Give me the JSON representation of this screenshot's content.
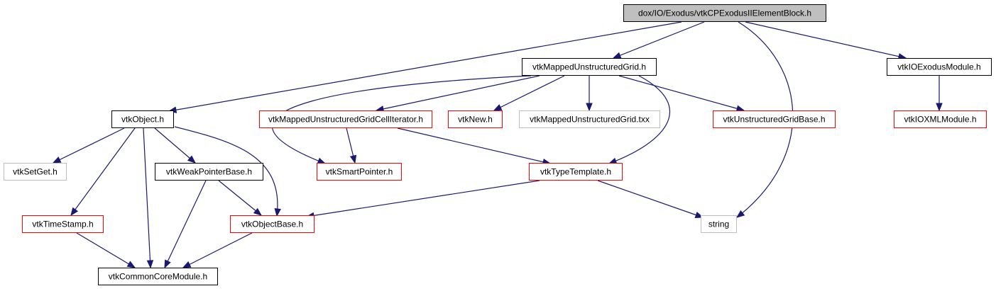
{
  "colors": {
    "edge": "#191970",
    "root_fill": "#bfbfbf",
    "border_black": "#000000",
    "border_red": "#ff0000",
    "border_gray": "#bfbfbf",
    "text": "#000000"
  },
  "nodes": [
    {
      "id": "root",
      "label": "dox/IO/Exodus/vtkCPExodusIIElementBlock.h",
      "style": "root"
    },
    {
      "id": "mug",
      "label": "vtkMappedUnstructuredGrid.h",
      "style": "black"
    },
    {
      "id": "ioexodus",
      "label": "vtkIOExodusModule.h",
      "style": "black"
    },
    {
      "id": "object",
      "label": "vtkObject.h",
      "style": "black"
    },
    {
      "id": "mugci",
      "label": "vtkMappedUnstructuredGridCellIterator.h",
      "style": "red"
    },
    {
      "id": "new",
      "label": "vtkNew.h",
      "style": "red"
    },
    {
      "id": "mugtxx",
      "label": "vtkMappedUnstructuredGrid.txx",
      "style": "gray"
    },
    {
      "id": "ugbase",
      "label": "vtkUnstructuredGridBase.h",
      "style": "red"
    },
    {
      "id": "ioxml",
      "label": "vtkIOXMLModule.h",
      "style": "red"
    },
    {
      "id": "setget",
      "label": "vtkSetGet.h",
      "style": "gray"
    },
    {
      "id": "weakptr",
      "label": "vtkWeakPointerBase.h",
      "style": "black"
    },
    {
      "id": "smartptr",
      "label": "vtkSmartPointer.h",
      "style": "red"
    },
    {
      "id": "typetemplate",
      "label": "vtkTypeTemplate.h",
      "style": "red"
    },
    {
      "id": "timestamp",
      "label": "vtkTimeStamp.h",
      "style": "red"
    },
    {
      "id": "objectbase",
      "label": "vtkObjectBase.h",
      "style": "red"
    },
    {
      "id": "string",
      "label": "string",
      "style": "gray"
    },
    {
      "id": "commoncore",
      "label": "vtkCommonCoreModule.h",
      "style": "black"
    }
  ],
  "edges": [
    {
      "from": "root",
      "to": "mug"
    },
    {
      "from": "root",
      "to": "object"
    },
    {
      "from": "root",
      "to": "string"
    },
    {
      "from": "root",
      "to": "ioexodus"
    },
    {
      "from": "mug",
      "to": "mugci"
    },
    {
      "from": "mug",
      "to": "new"
    },
    {
      "from": "mug",
      "to": "mugtxx"
    },
    {
      "from": "mug",
      "to": "ugbase"
    },
    {
      "from": "mug",
      "to": "smartptr"
    },
    {
      "from": "mug",
      "to": "typetemplate"
    },
    {
      "from": "ioexodus",
      "to": "ioxml"
    },
    {
      "from": "object",
      "to": "setget"
    },
    {
      "from": "object",
      "to": "weakptr"
    },
    {
      "from": "object",
      "to": "timestamp"
    },
    {
      "from": "object",
      "to": "commoncore"
    },
    {
      "from": "object",
      "to": "objectbase"
    },
    {
      "from": "mugci",
      "to": "smartptr"
    },
    {
      "from": "mugci",
      "to": "typetemplate"
    },
    {
      "from": "weakptr",
      "to": "objectbase"
    },
    {
      "from": "weakptr",
      "to": "commoncore"
    },
    {
      "from": "typetemplate",
      "to": "objectbase"
    },
    {
      "from": "typetemplate",
      "to": "string"
    },
    {
      "from": "timestamp",
      "to": "commoncore"
    },
    {
      "from": "objectbase",
      "to": "commoncore"
    }
  ]
}
